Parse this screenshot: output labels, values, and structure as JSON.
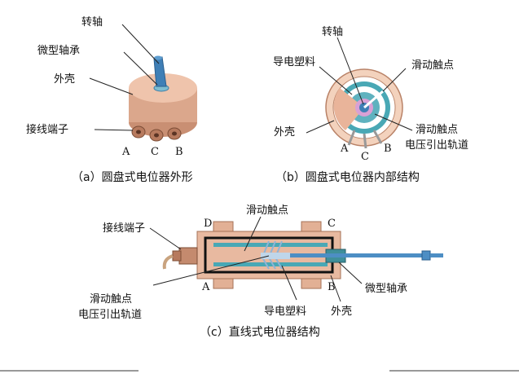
{
  "figure_a": {
    "caption": "（a）圆盘式电位器外形",
    "labels": {
      "shaft": "转轴",
      "bearing": "微型轴承",
      "shell": "外壳",
      "terminal": "接线端子"
    },
    "pins": [
      "A",
      "C",
      "B"
    ]
  },
  "figure_b": {
    "caption": "（b）圆盘式电位器内部结构",
    "labels": {
      "shaft": "转轴",
      "plastic": "导电塑料",
      "slider": "滑动触点",
      "shell": "外壳",
      "rail_line1": "滑动触点",
      "rail_line2": "电压引出轨道"
    },
    "pins": [
      "A",
      "C",
      "B"
    ]
  },
  "figure_c": {
    "caption": "（c）直线式电位器结构",
    "labels": {
      "slider": "滑动触点",
      "terminal": "接线端子",
      "rail_line1": "滑动触点",
      "rail_line2": "电压引出轨道",
      "plastic": "导电塑料",
      "shell": "外壳",
      "bearing": "微型轴承"
    },
    "corners": {
      "top_left": "D",
      "top_right": "C",
      "bottom_left": "A",
      "bottom_right": "B"
    }
  },
  "colors": {
    "shell": "#e8b9a0",
    "shell_dark": "#c98f73",
    "track": "#49a8b5",
    "shaft": "#3f7fb6",
    "frame": "#111111"
  }
}
